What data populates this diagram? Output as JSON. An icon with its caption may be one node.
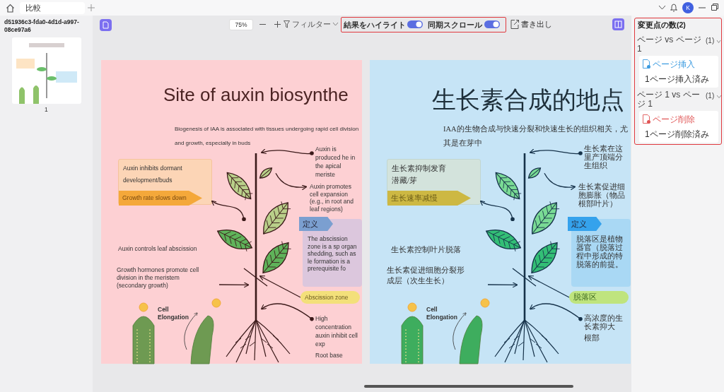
{
  "diagram": {
    "nodes": [
      {
        "text": [
          "結果をハイライト",
          "同期スクロール"
        ]
      },
      {
        "text": [
          "Site of auxin biosynthe",
          "Biogenesis of IAA is associated with tissues undergoing rapid cell division and growth, especially in buds"
        ]
      },
      {
        "text": [
          "Auxin inhibits dormant development/buds"
        ],
        "in": 1
      },
      {
        "text": [
          "Growth rate slows down"
        ],
        "in": 2
      },
      {
        "text": [
          "Auxin is produced he in the apical meriste"
        ],
        "in": 1
      },
      {
        "text": [
          "Auxin promotes cell expansion (e.g., in root and leaf regions)"
        ],
        "in": 1
      },
      {
        "text": [],
        "shape": "picture",
        "in": 1
      },
      {
        "text": [
          "定义"
        ],
        "in": 1
      },
      {
        "text": [
          "The abscission zone is a sp organ shedding, such as le formation is a prerequisite fo"
        ],
        "in": 1
      },
      {
        "text": [
          "Abscission zone"
        ],
        "in": 1
      },
      {
        "text": [
          "High concentration auxin inhibit cell exp",
          "Root base"
        ],
        "in": 1
      },
      {
        "text": [
          "生长素合成的地点",
          "IAA的生物合成与快速分裂和快速生长的组织相关，尤其是在芽中"
        ]
      },
      {
        "text": [
          "生长素抑制发育潜藏/芽"
        ],
        "in": 11
      },
      {
        "text": [
          "生长速率减慢"
        ],
        "in": 12
      },
      {
        "text": [
          "生长素在这里产顶端分生组织"
        ],
        "in": 11
      },
      {
        "text": [
          "生长素促进细胞膨胀（物品根部叶片）"
        ],
        "in": 11
      },
      {
        "text": [],
        "shape": "picture",
        "in": 11
      },
      {
        "text": [
          "定义"
        ],
        "in": 11
      },
      {
        "text": [
          "脱落区是植物器官（脱落过程中形成的特脱落的前提。"
        ],
        "in": 11
      },
      {
        "text": [
          "脱落区"
        ],
        "in": 11
      },
      {
        "text": [
          "高浓度的生长素抑大",
          "根部"
        ],
        "in": 11
      },
      {
        "text": [
          "変更点の数(2)"
        ]
      },
      {
        "text": [
          "ページ挿入",
          "1ページ挿入済み"
        ],
        "in": 21
      },
      {
        "text": [
          "ページ削除",
          "1ページ削除済み"
        ],
        "in": 21
      }
    ],
    "edges": [
      {
        "from": 4,
        "to": 6,
        "arrow": "to"
      },
      {
        "from": 6,
        "to": 5,
        "arrow": "to"
      },
      {
        "from": 6,
        "to": 2,
        "arrow": "to"
      },
      {
        "from": null,
        "to": 6,
        "arrow": "to"
      },
      {
        "from": 9,
        "to": 6,
        "arrow": "to"
      },
      {
        "from": 10,
        "to": 6,
        "arrow": "to"
      },
      {
        "from": 14,
        "to": 16,
        "arrow": "to"
      },
      {
        "from": 16,
        "to": 15,
        "arrow": "to"
      },
      {
        "from": 16,
        "to": 12,
        "arrow": "to"
      },
      {
        "from": null,
        "to": 16,
        "arrow": "to"
      },
      {
        "from": 19,
        "to": 16,
        "arrow": "to"
      },
      {
        "from": 20,
        "to": 16,
        "arrow": "to"
      }
    ],
    "labels": [
      "比較",
      "d51936c3-fda0-4d1d-a997-08ce97a6",
      "1",
      "75%",
      "フィルター",
      "書き出し",
      "K",
      "Auxin controls leaf abscission",
      "Growth hormones promote cell division in the meristem (secondary growth)",
      "Cell Elongation",
      "生长素控制叶片脱落",
      "生长素促进细胞分裂形成层（次生生长）",
      "Cell Elongation",
      "ページ vs ページ 1",
      "(1)",
      "ページ 1 vs ページ 1",
      "(1)"
    ]
  }
}
